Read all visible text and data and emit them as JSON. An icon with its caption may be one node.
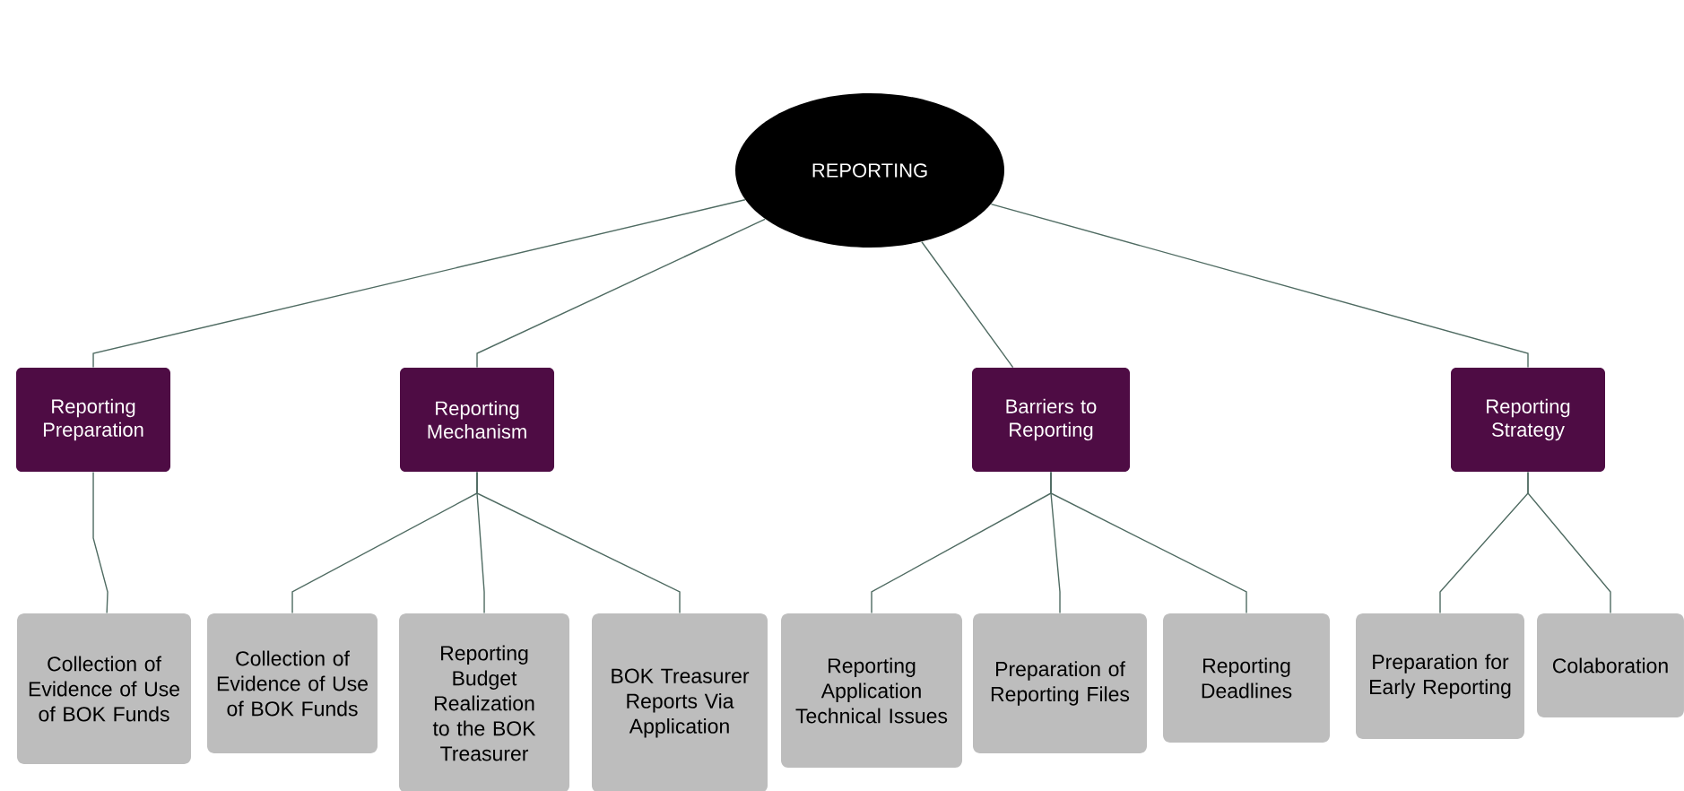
{
  "diagram": {
    "nodes": [
      {
        "text": [
          "REPORTING"
        ]
      },
      {
        "text": [
          "Reporting Preparation"
        ]
      },
      {
        "text": [
          "Reporting Mechanism"
        ]
      },
      {
        "text": [
          "Barriers to Reporting"
        ]
      },
      {
        "text": [
          "Reporting Strategy"
        ]
      },
      {
        "text": [
          "Collection of Evidence of Use of BOK Funds"
        ]
      },
      {
        "text": [
          "Collection of Evidence of Use of BOK Funds"
        ]
      },
      {
        "text": [
          "Reporting Budget Realization to the BOK Treasurer"
        ]
      },
      {
        "text": [
          "BOK Treasurer Reports Via Application"
        ]
      },
      {
        "text": [
          "Reporting Application Technical Issues"
        ]
      },
      {
        "text": [
          "Preparation of Reporting Files"
        ]
      },
      {
        "text": [
          "Reporting Deadlines"
        ]
      },
      {
        "text": [
          "Preparation for Early Reporting"
        ]
      },
      {
        "text": [
          "Colaboration"
        ]
      }
    ],
    "edges": [
      {
        "from": 0,
        "to": 1,
        "arrow": "none"
      },
      {
        "from": 0,
        "to": 2,
        "arrow": "none"
      },
      {
        "from": 0,
        "to": 3,
        "arrow": "none"
      },
      {
        "from": 0,
        "to": 4,
        "arrow": "none"
      },
      {
        "from": 1,
        "to": 5,
        "arrow": "none"
      },
      {
        "from": 2,
        "to": 6,
        "arrow": "none"
      },
      {
        "from": 2,
        "to": 7,
        "arrow": "none"
      },
      {
        "from": 2,
        "to": 8,
        "arrow": "none"
      },
      {
        "from": 3,
        "to": 9,
        "arrow": "none"
      },
      {
        "from": 3,
        "to": 10,
        "arrow": "none"
      },
      {
        "from": 3,
        "to": 11,
        "arrow": "none"
      },
      {
        "from": 4,
        "to": 12,
        "arrow": "none"
      },
      {
        "from": 4,
        "to": 13,
        "arrow": "none"
      }
    ]
  }
}
